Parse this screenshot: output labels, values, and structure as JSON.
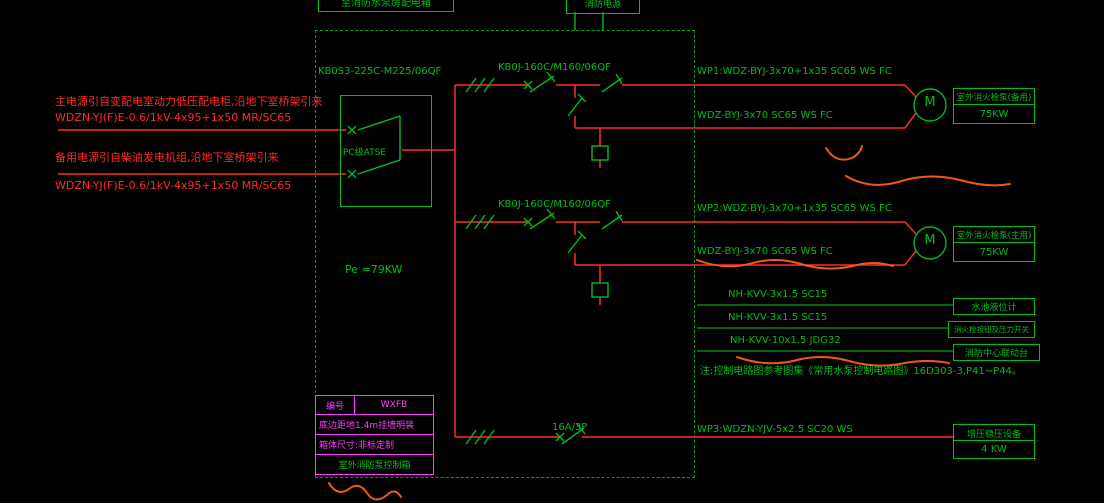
{
  "colors": {
    "background": "#000000",
    "green": "#00bd1e",
    "red": "#ff2a2a",
    "magenta": "#ff3cff",
    "orange": "#ee5a12"
  },
  "top_labels": {
    "left_box": "至消防水泵房配电箱",
    "right_box": "消防电源"
  },
  "incoming": {
    "line1": "主电源引自变配电室动力低压配电柜,沿地下室桥架引来",
    "line2": "WDZN-YJ(F)E-0.6/1kV-4x95+1x50 MR/SC65",
    "line3": "备用电源引自柴油发电机组,沿地下室桥架引来",
    "line4": "WDZN-YJ(F)E-0.6/1kV-4x95+1x50 MR/SC65"
  },
  "ats": {
    "model": "KB0S3-225C-M225/06QF",
    "label": "PC级ATSE"
  },
  "panel": {
    "pe": "Pe =79KW"
  },
  "feeders": [
    {
      "id": "WP1",
      "breaker": "KB0J-160C/M160/06QF",
      "cable1": "WP1:WDZ-BYJ-3x70+1x35 SC65 WS FC",
      "cable2": "WDZ-BYJ-3x70 SC65 WS FC",
      "motor": "M",
      "load": "室外消火栓泵(备用)",
      "power": "75KW"
    },
    {
      "id": "WP2",
      "breaker": "KB0J-160C/M160/06QF",
      "cable1": "WP2:WDZ-BYJ-3x70+1x35 SC65 WS FC",
      "cable2": "WDZ-BYJ-3x70 SC65 WS FC",
      "motor": "M",
      "load": "室外消火栓泵(主用)",
      "power": "75KW"
    },
    {
      "id": "WP3",
      "breaker": "16A/3P",
      "cable1": "WP3:WDZN-YJV-5x2.5 SC20 WS",
      "load": "增压稳压设备",
      "power": "4 KW"
    }
  ],
  "controls": [
    {
      "cable": "NH-KVV-3x1.5 SC15",
      "target": "水池液位计"
    },
    {
      "cable": "NH-KVV-3x1.5 SC15",
      "target": "消火栓按钮及压力开关"
    },
    {
      "cable": "NH-KVV-10x1.5 JDG32",
      "target": "消防中心联动台"
    }
  ],
  "note": "注:控制电路图参考图集《常用水泵控制电路图》16D303-3,P41~P44。",
  "schedule": {
    "row1_label": "编号",
    "row1_value": "WXFB",
    "row2": "底边距地1.4m挂墙明装",
    "row3": "箱体尺寸:非标定制",
    "row4": "室外消防泵控制箱"
  }
}
